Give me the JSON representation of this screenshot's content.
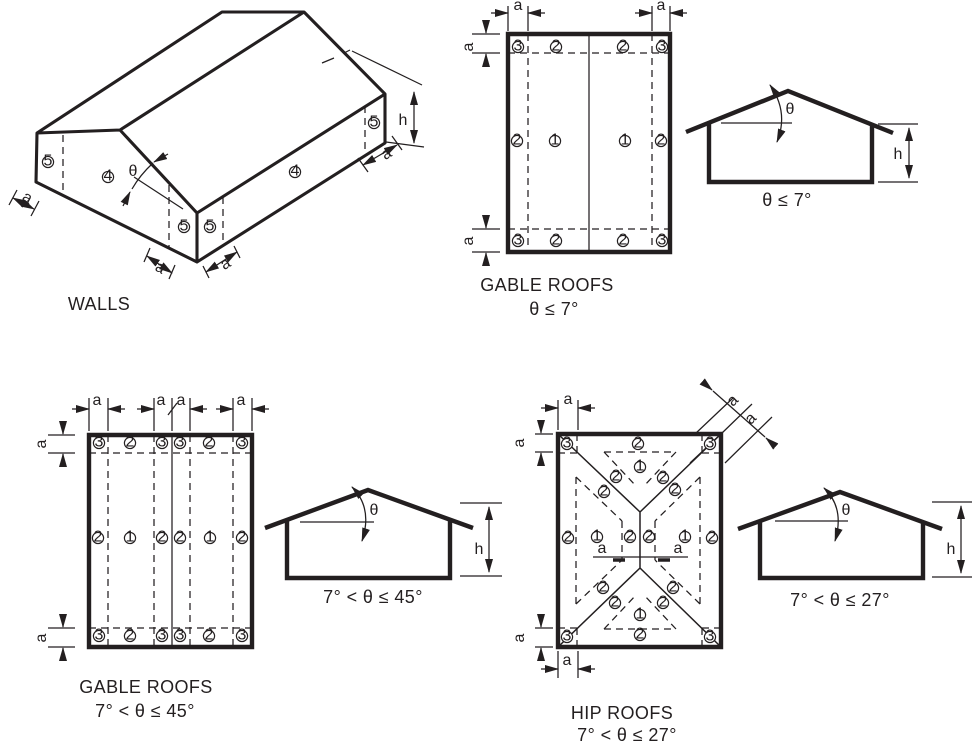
{
  "colors": {
    "ink": "#231f20",
    "background": "#ffffff"
  },
  "dim_labels": {
    "a": "a",
    "h": "h",
    "theta": "θ"
  },
  "walls": {
    "caption": "WALLS",
    "zones": [
      "5",
      "4",
      "5",
      "5",
      "4",
      "5"
    ]
  },
  "gable_low": {
    "caption1": "GABLE ROOFS",
    "caption2": "θ ≤ 7°",
    "elev_caption": "θ ≤ 7°",
    "rows": {
      "top": [
        "3",
        "2",
        "2",
        "3"
      ],
      "mid": [
        "2",
        "1",
        "1",
        "2"
      ],
      "bot": [
        "3",
        "2",
        "2",
        "3"
      ]
    }
  },
  "gable_steep": {
    "caption1": "GABLE ROOFS",
    "caption2": "7° < θ ≤ 45°",
    "elev_caption": "7° < θ ≤ 45°",
    "rows": {
      "top": [
        "3",
        "2",
        "3",
        "3",
        "2",
        "3"
      ],
      "mid": [
        "2",
        "1",
        "2",
        "2",
        "1",
        "2"
      ],
      "bot": [
        "3",
        "2",
        "3",
        "3",
        "2",
        "3"
      ]
    }
  },
  "hip": {
    "caption1": "HIP ROOFS",
    "caption2": "7° < θ ≤ 27°",
    "elev_caption": "7° < θ ≤ 27°",
    "zones": {
      "corners": [
        "3",
        "3",
        "3",
        "3"
      ],
      "top_edge": "2",
      "top_tri": "1",
      "top_inner": [
        "2",
        "2"
      ],
      "top_outer": [
        "2",
        "2"
      ],
      "mid": [
        "2",
        "1",
        "2",
        "2",
        "1",
        "2"
      ],
      "bot_outer": [
        "2",
        "2"
      ],
      "bot_inner": [
        "2",
        "2"
      ],
      "bot_tri": "1",
      "bot_edge": "2"
    }
  }
}
